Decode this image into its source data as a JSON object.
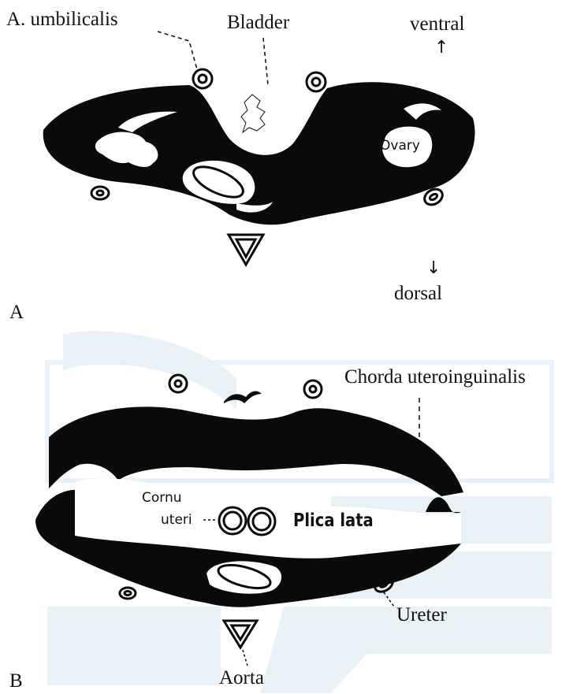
{
  "panel_a": {
    "panel_label": "A",
    "labels": {
      "a_umbilicalis": "A. umbilicalis",
      "bladder": "Bladder",
      "ventral": "ventral",
      "dorsal": "dorsal",
      "ovary": "Ovary"
    }
  },
  "panel_b": {
    "panel_label": "B",
    "labels": {
      "chorda": "Chorda uteroinguinalis",
      "cornu": "Cornu",
      "uteri": "uteri",
      "plica_lata": "Plica lata",
      "ureter": "Ureter",
      "aorta": "Aorta"
    }
  },
  "colors": {
    "tissue": "#0a0a0a",
    "watermark": "#c9e0eb",
    "background": "#ffffff"
  }
}
